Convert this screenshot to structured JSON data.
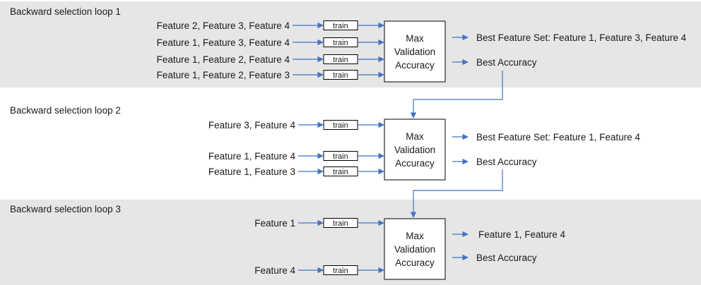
{
  "colors": {
    "band": "#e6e6e6",
    "arrow": "#4472c4",
    "text": "#1a1a1a",
    "box_border": "#000000"
  },
  "loops": [
    {
      "title": "Backward selection loop 1",
      "shaded": true,
      "inputs": [
        "Feature 2, Feature 3, Feature 4",
        "Feature 1, Feature 3, Feature 4",
        "Feature 1, Feature 2, Feature 4",
        "Feature 1, Feature 2, Feature 3"
      ],
      "train_label": "train",
      "box_lines": [
        "Max",
        "Validation",
        "Accuracy"
      ],
      "out_best": "Best Feature Set: Feature 1, Feature 3, Feature 4",
      "out_accuracy": "Best Accuracy"
    },
    {
      "title": "Backward selection loop 2",
      "shaded": false,
      "inputs": [
        "Feature 3, Feature 4",
        "Feature 1, Feature 4",
        "Feature 1, Feature 3"
      ],
      "train_label": "train",
      "box_lines": [
        "Max",
        "Validation",
        "Accuracy"
      ],
      "out_best": "Best Feature Set: Feature 1, Feature 4",
      "out_accuracy": "Best Accuracy"
    },
    {
      "title": "Backward selection loop 3",
      "shaded": true,
      "inputs": [
        "Feature 1",
        "Feature 4"
      ],
      "train_label": "train",
      "box_lines": [
        "Max",
        "Validation",
        "Accuracy"
      ],
      "out_best": "Feature 1, Feature 4",
      "out_accuracy": "Best Accuracy"
    }
  ]
}
